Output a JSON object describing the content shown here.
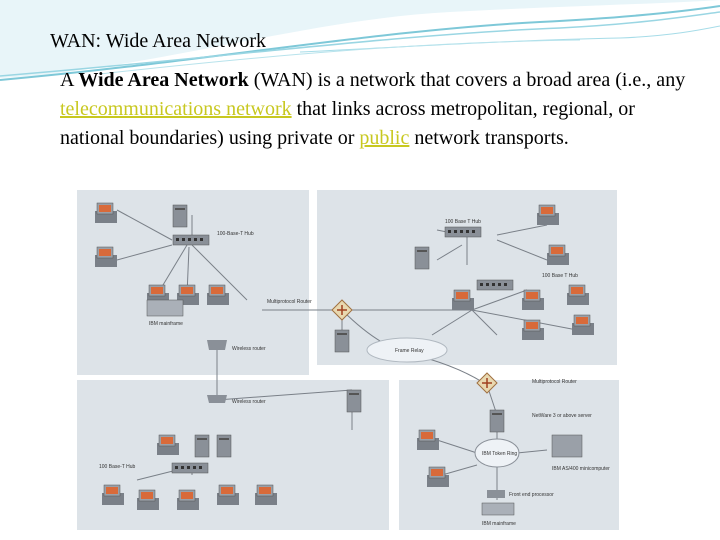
{
  "slide": {
    "title": "WAN: Wide Area Network",
    "para": {
      "t1": "A ",
      "bold": "Wide Area Network",
      "t2": " (WAN) is a network that covers a broad area (i.e., any ",
      "link1": "telecommunications network",
      "t3": " that links across metropolitan, regional, or national boundaries) using private or ",
      "link2": "public",
      "t4": " network transports."
    }
  },
  "colors": {
    "link": "#c8c820",
    "wave": "#7ec8d8",
    "panel": "#dde3e8",
    "device": "#7a8088",
    "accent": "#d86a3a"
  },
  "diagram": {
    "labels": {
      "hub_top": "100-Base-T Hub",
      "hub_right": "100 Base T Hub",
      "hub_right2": "100 Base T Hub",
      "ibm_top": "IBM mainframe",
      "router_top": "Multiprotocol Router",
      "wireless1": "Wireless router",
      "frame_relay": "Frame Relay",
      "wireless2": "Wireless router",
      "router_bottom": "Multiprotocol Router",
      "hub_bottom": "100 Base-T Hub",
      "token_ring": "IBM Token Ring",
      "netware": "NetWare 3 or above server",
      "ibm_as400": "IBM AS/400 minicomputer",
      "front_end": "Front end processor",
      "ibm_bottom": "IBM mainframe"
    }
  }
}
